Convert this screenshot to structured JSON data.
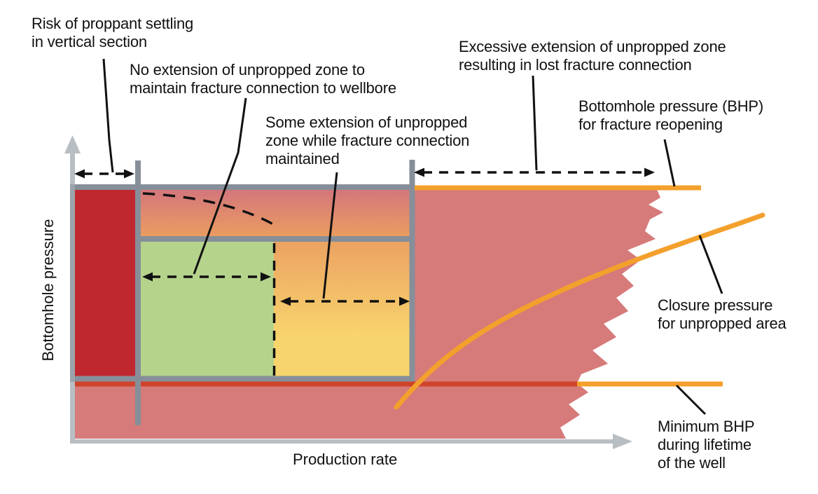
{
  "axes": {
    "x_label": "Production rate",
    "y_label": "Bottomhole pressure"
  },
  "annotations": {
    "risk": {
      "line1": "Risk of proppant settling",
      "line2": "in vertical section"
    },
    "no_extension": {
      "line1": "No extension of unpropped zone to",
      "line2": "maintain fracture connection to wellbore"
    },
    "some_extension": {
      "line1": "Some extension of unpropped",
      "line2": "zone while fracture connection",
      "line3": "maintained"
    },
    "excessive_extension": {
      "line1": "Excessive extension of unpropped zone",
      "line2": "resulting in lost fracture connection"
    },
    "bhp_reopening": {
      "line1": "Bottomhole pressure (BHP)",
      "line2": "for fracture reopening"
    },
    "closure_pressure": {
      "line1": "Closure pressure",
      "line2": "for unpropped area"
    },
    "min_bhp": {
      "line1": "Minimum BHP",
      "line2": "during lifetime",
      "line3": "of the well"
    }
  },
  "colors": {
    "background": "#ffffff",
    "axis_gray": "#b9bec3",
    "frame_gray": "#868f99",
    "left_border_gray": "#9ba3ab",
    "settling_red": "#c0282f",
    "no_extension_green": "#b6d38c",
    "gradient_pink_top": "#d4767c",
    "gradient_orange_bottom": "#eb9e60",
    "yellow_top": "#eba262",
    "yellow_bottom": "#f8d46d",
    "unpropped_pink": "#d67a7a",
    "orange_line": "#f3a02c",
    "min_bhp_dark": "#d0432b",
    "black": "#111111"
  }
}
